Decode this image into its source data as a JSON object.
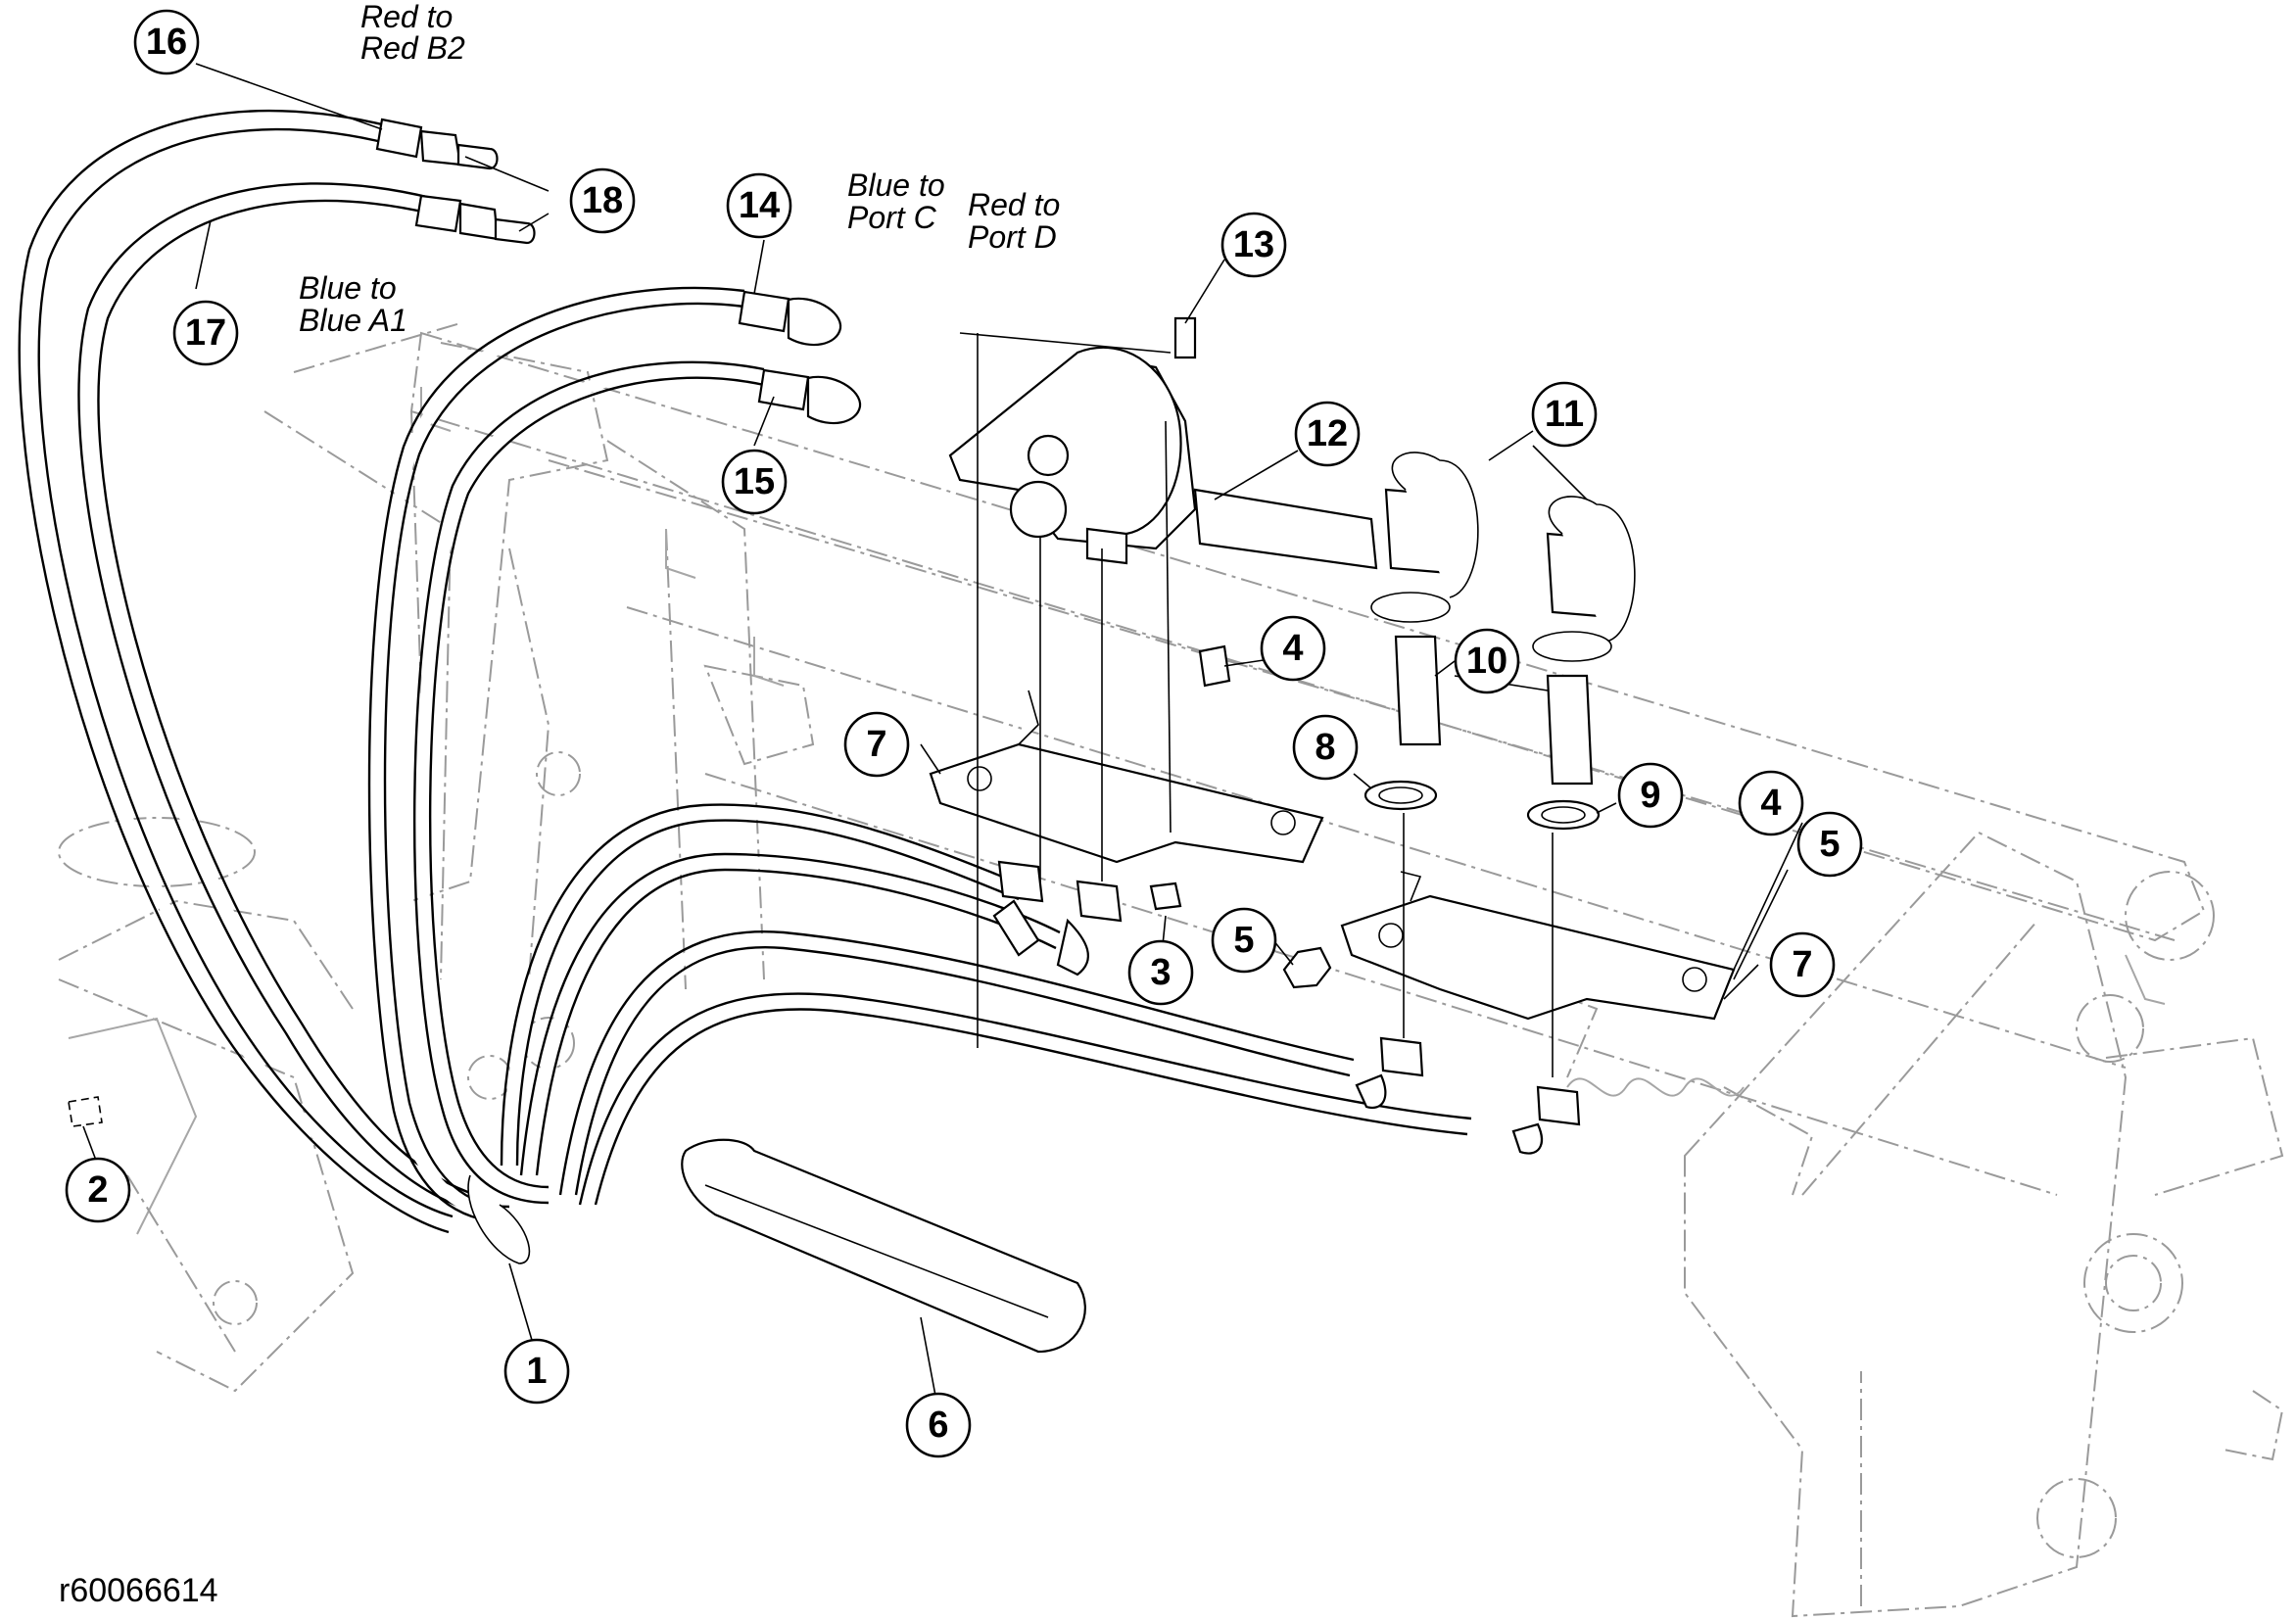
{
  "figure_id": "r60066614",
  "callouts": [
    {
      "num": "1"
    },
    {
      "num": "2"
    },
    {
      "num": "3"
    },
    {
      "num": "4"
    },
    {
      "num": "4"
    },
    {
      "num": "5"
    },
    {
      "num": "5"
    },
    {
      "num": "6"
    },
    {
      "num": "7"
    },
    {
      "num": "7"
    },
    {
      "num": "8"
    },
    {
      "num": "9"
    },
    {
      "num": "10"
    },
    {
      "num": "11"
    },
    {
      "num": "12"
    },
    {
      "num": "13"
    },
    {
      "num": "14"
    },
    {
      "num": "15"
    },
    {
      "num": "16"
    },
    {
      "num": "17"
    },
    {
      "num": "18"
    }
  ],
  "notes": {
    "red_b2": [
      "Red to",
      "Red B2"
    ],
    "blue_a1": [
      "Blue to",
      "Blue A1"
    ],
    "blue_port_c": [
      "Blue to",
      "Port C"
    ],
    "red_port_d": [
      "Red to",
      "Port D"
    ]
  }
}
